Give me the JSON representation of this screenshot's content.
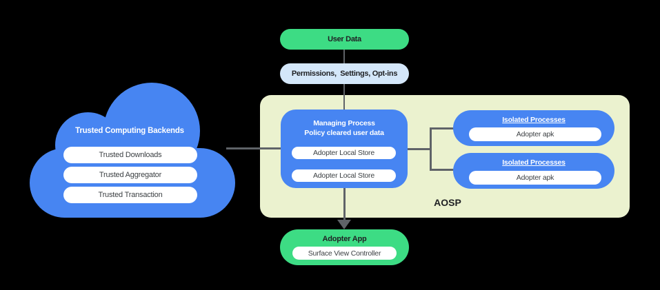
{
  "colors": {
    "background": "#000000",
    "green": "#3ddc84",
    "light_blue": "#d4e7fa",
    "blue": "#4785f2",
    "aosp_background": "#ebf2cf",
    "connector_gray": "#5f6368",
    "text_dark": "#202124",
    "pill_text": "#3c4043",
    "white": "#ffffff"
  },
  "user_data": {
    "label": "User Data"
  },
  "permissions": {
    "label": "Permissions,  Settings, Opt-ins"
  },
  "cloud": {
    "title": "Trusted Computing Backends",
    "items": [
      "Trusted Downloads",
      "Trusted Aggregator",
      "Trusted Transaction"
    ]
  },
  "aosp": {
    "label": "AOSP"
  },
  "managing": {
    "title_line1": "Managing Process",
    "title_line2": "Policy cleared user data",
    "stores": [
      "Adopter Local Store",
      "Adopter Local Store"
    ]
  },
  "isolated": [
    {
      "title": "Isolated Processes",
      "item": "Adopter apk"
    },
    {
      "title": "Isolated Processes",
      "item": "Adopter apk"
    }
  ],
  "adopter_app": {
    "title": "Adopter App",
    "item": "Surface View Controller"
  }
}
